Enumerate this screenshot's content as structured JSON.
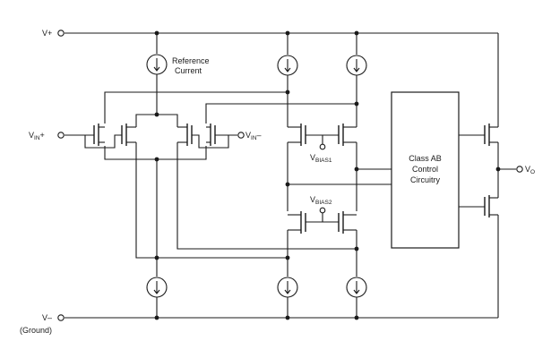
{
  "supply": {
    "vplus": "V+",
    "vminus": "V–",
    "ground": "(Ground)"
  },
  "inputs": {
    "vin_plus_main": "V",
    "vin_plus_sub": "IN",
    "vin_plus_sign": "+",
    "vin_minus_main": "V",
    "vin_minus_sub": "IN",
    "vin_minus_sign": "–"
  },
  "reference": {
    "line1": "Reference",
    "line2": "Current"
  },
  "bias": {
    "b1_main": "V",
    "b1_sub": "BIAS1",
    "b2_main": "V",
    "b2_sub": "BIAS2"
  },
  "control_block": {
    "line1": "Class AB",
    "line2": "Control",
    "line3": "Circuitry"
  },
  "output": {
    "main": "V",
    "sub": "O"
  }
}
